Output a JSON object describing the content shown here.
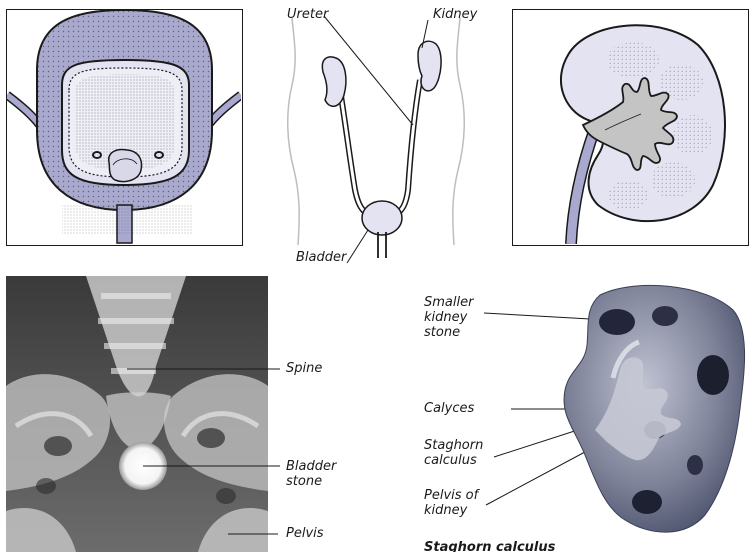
{
  "top_center": {
    "labels": {
      "ureter": "Ureter",
      "kidney": "Kidney",
      "bladder": "Bladder"
    }
  },
  "xray": {
    "labels": {
      "spine": "Spine",
      "bladder_stone": "Bladder\nstone",
      "pelvis": "Pelvis"
    }
  },
  "kidney_specimen": {
    "labels": {
      "smaller_stone": "Smaller\nkidney\nstone",
      "calyces": "Calyces",
      "staghorn": "Staghorn\ncalculus",
      "pelvis_of_kidney": "Pelvis of\nkidney"
    },
    "caption": "Staghorn calculus"
  },
  "colors": {
    "tissue_fill": "#a9a9cf",
    "light_fill": "#e3e3f2",
    "outline": "#1a1a1a",
    "xray_dark": "#2e2e2e",
    "specimen": "#6b7089"
  }
}
